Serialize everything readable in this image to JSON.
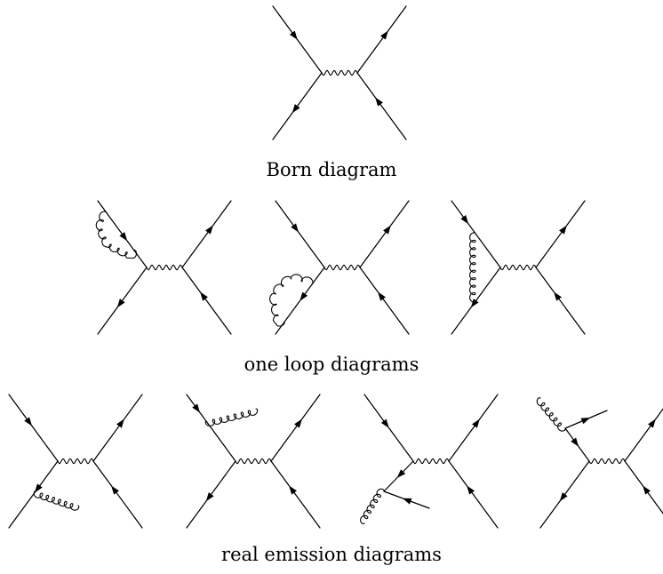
{
  "captions": {
    "born": "Born diagram",
    "loop": "one loop diagrams",
    "real": "real emission diagrams"
  },
  "diagrams": {
    "born": [
      {
        "id": "born",
        "radiation": "none"
      }
    ],
    "loop": [
      {
        "id": "loop-1",
        "radiation": "gluon self-energy on incoming quark"
      },
      {
        "id": "loop-2",
        "radiation": "gluon self-energy on incoming antiquark"
      },
      {
        "id": "loop-3",
        "radiation": "gluon vertex correction"
      }
    ],
    "real": [
      {
        "id": "real-1",
        "radiation": "gluon emitted from incoming antiquark"
      },
      {
        "id": "real-2",
        "radiation": "gluon emitted from incoming quark"
      },
      {
        "id": "real-3",
        "radiation": "gluon splitting into quark pair"
      },
      {
        "id": "real-4",
        "radiation": "gluon splitting into quark pair"
      }
    ]
  },
  "colors": {
    "line": "#000000",
    "background": "#ffffff"
  }
}
